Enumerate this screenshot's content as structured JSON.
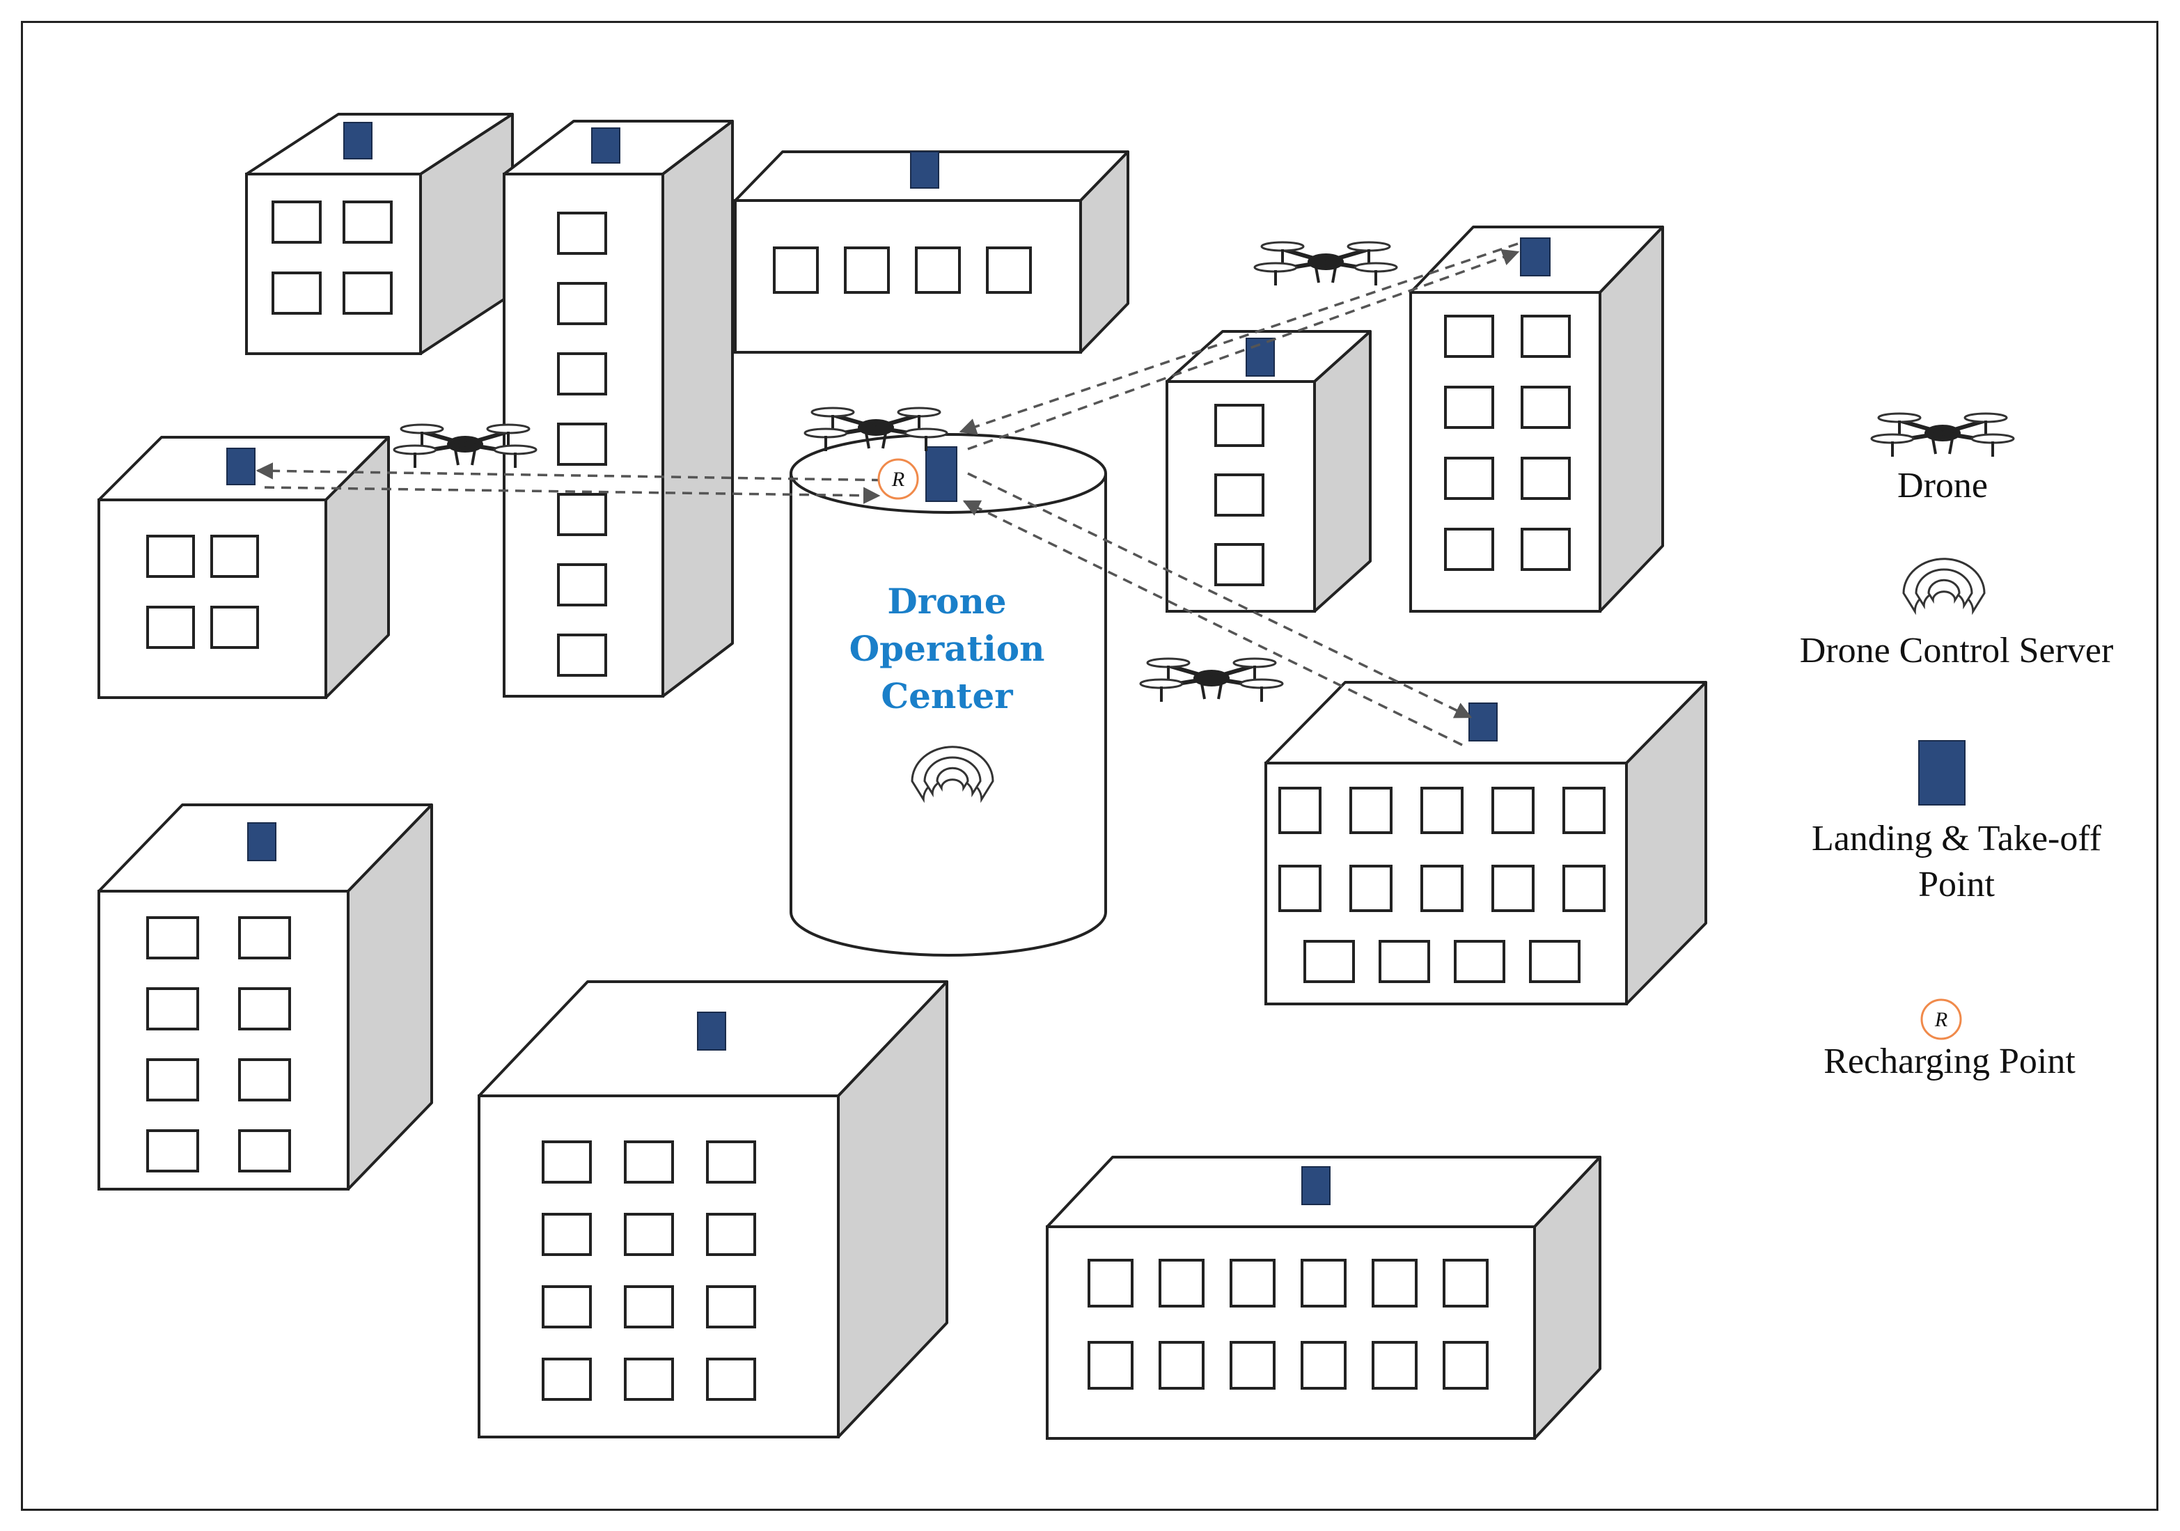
{
  "center": {
    "line1": "Drone",
    "line2": "Operation",
    "line3": "Center"
  },
  "recharge_symbol": "R",
  "legend": {
    "drone": "Drone",
    "server": "Drone Control Server",
    "landing_line1": "Landing & Take-off",
    "landing_line2": "Point",
    "recharge_symbol": "R",
    "recharging": "Recharging Point"
  },
  "colors": {
    "pad": "#2b4a7d",
    "center_text": "#1a7fc9",
    "recharge": "#f08a4b",
    "side_face": "#d0d0d0",
    "path": "#555555"
  }
}
